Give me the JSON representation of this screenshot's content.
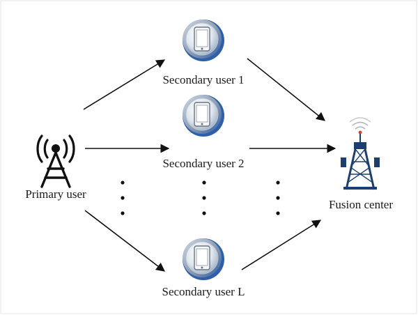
{
  "nodes": {
    "primary_user": {
      "label": "Primary user",
      "icon": "radio-tower-icon"
    },
    "secondary_users": [
      {
        "label": "Secondary user 1",
        "icon": "smartphone-badge-icon"
      },
      {
        "label": "Secondary user 2",
        "icon": "smartphone-badge-icon"
      },
      {
        "label": "Secondary user L",
        "icon": "smartphone-badge-icon"
      }
    ],
    "fusion_center": {
      "label": "Fusion center",
      "icon": "cell-tower-icon"
    }
  },
  "colors": {
    "line": "#111111",
    "badge_ring": "#2e5fa8",
    "badge_face": "#dfe6ee",
    "tower_body": "#1d3f6e",
    "antenna_dot": "#d9432b"
  }
}
